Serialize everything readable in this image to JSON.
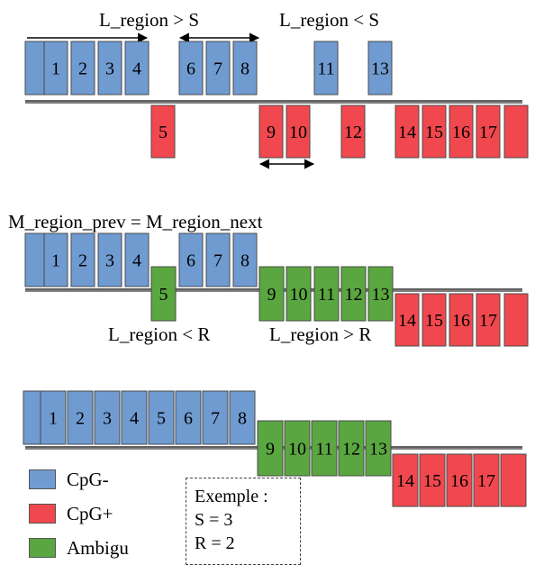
{
  "colors": {
    "cpg_minus": "#6f9bd1",
    "cpg_plus": "#f0484e",
    "ambigu": "#5aa640"
  },
  "panel1": {
    "label_l_gt_s": "L_region > S",
    "label_l_lt_s": "L_region < S",
    "boxes_top": [
      "",
      "1",
      "2",
      "3",
      "4",
      "6",
      "7",
      "8",
      "11",
      "13"
    ],
    "boxes_bottom": [
      "5",
      "9",
      "10",
      "12",
      "14",
      "15",
      "16",
      "17",
      ""
    ]
  },
  "panel2": {
    "label_m": "M_region_prev = M_region_next",
    "label_l_lt_r": "L_region < R",
    "label_l_gt_r": "L_region > R",
    "boxes_top": [
      "",
      "1",
      "2",
      "3",
      "4",
      "6",
      "7",
      "8"
    ],
    "boxes_ambigu": [
      "5",
      "9",
      "10",
      "11",
      "12",
      "13"
    ],
    "boxes_bottom": [
      "14",
      "15",
      "16",
      "17",
      ""
    ]
  },
  "panel3": {
    "boxes_top": [
      "",
      "1",
      "2",
      "3",
      "4",
      "5",
      "6",
      "7",
      "8"
    ],
    "boxes_ambigu": [
      "9",
      "10",
      "11",
      "12",
      "13"
    ],
    "boxes_bottom": [
      "14",
      "15",
      "16",
      "17",
      ""
    ]
  },
  "legend": {
    "cpg_minus": "CpG-",
    "cpg_plus": "CpG+",
    "ambigu": "Ambigu"
  },
  "exemple": {
    "title": "Exemple :",
    "s_line": "S = 3",
    "r_line": "R = 2"
  }
}
